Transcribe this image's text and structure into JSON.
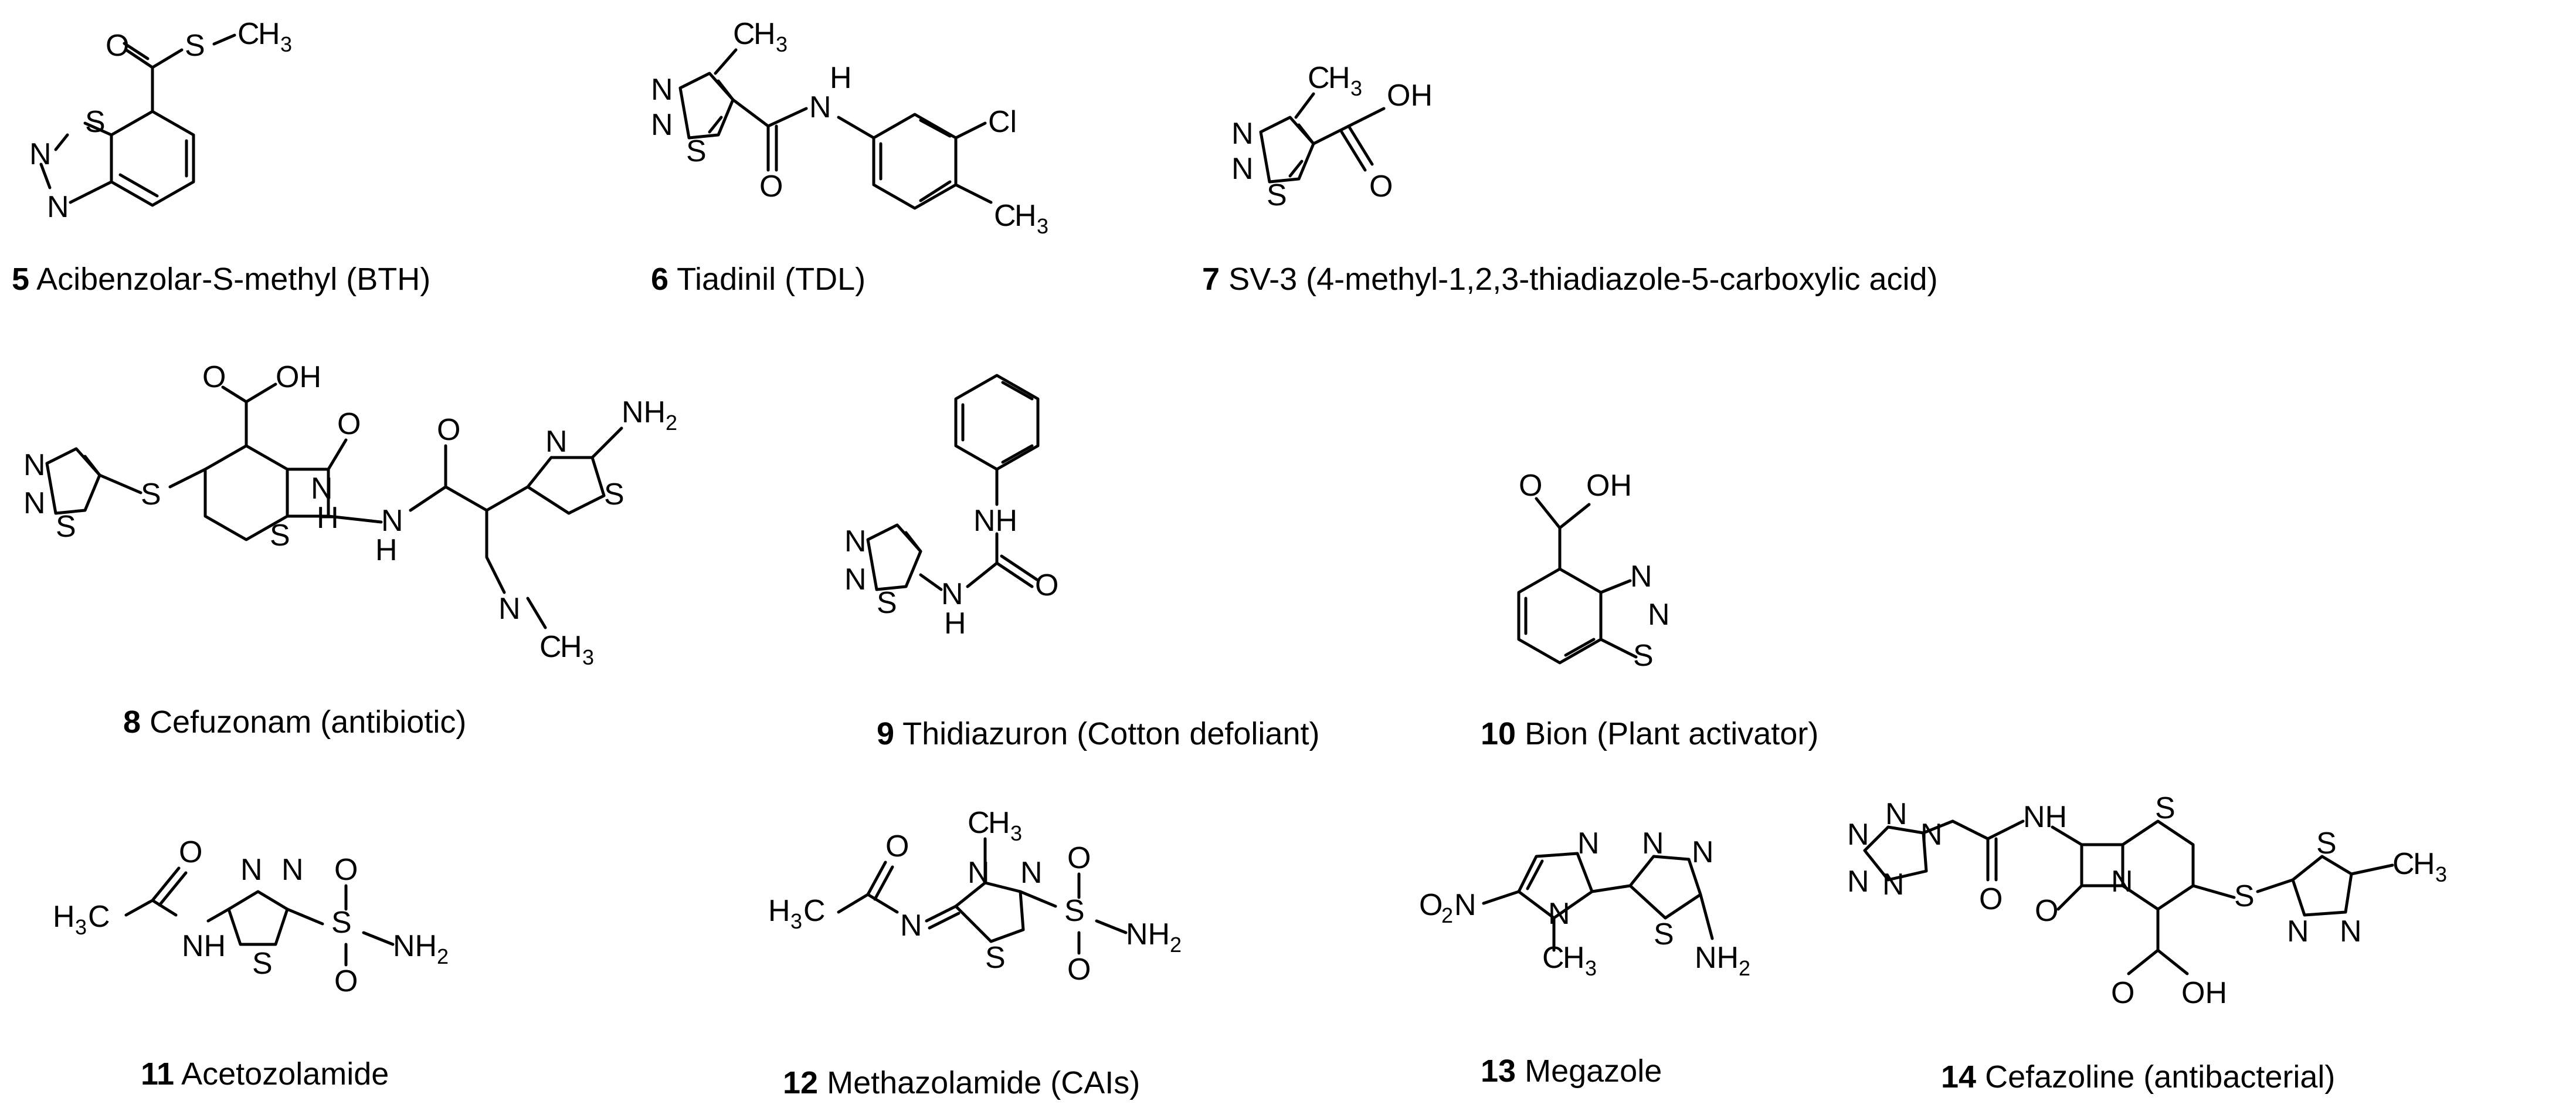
{
  "compounds": [
    {
      "number": "5",
      "name": "Acibenzolar-S-methyl (BTH)",
      "structure_label": "acibenzolar-s-methyl-structure"
    },
    {
      "number": "6",
      "name": "Tiadinil (TDL)",
      "structure_label": "tiadinil-structure"
    },
    {
      "number": "7",
      "name": "SV-3 (4-methyl-1,2,3-thiadiazole-5-carboxylic acid)",
      "structure_label": "sv3-structure"
    },
    {
      "number": "8",
      "name": "Cefuzonam (antibiotic)",
      "structure_label": "cefuzonam-structure"
    },
    {
      "number": "9",
      "name": "Thidiazuron (Cotton defoliant)",
      "structure_label": "thidiazuron-structure"
    },
    {
      "number": "10",
      "name": "Bion (Plant activator)",
      "structure_label": "bion-structure"
    },
    {
      "number": "11",
      "name": "Acetozolamide",
      "structure_label": "acetozolamide-structure"
    },
    {
      "number": "12",
      "name": "Methazolamide (CAIs)",
      "structure_label": "methazolamide-structure"
    },
    {
      "number": "13",
      "name": "Megazole",
      "structure_label": "megazole-structure"
    },
    {
      "number": "14",
      "name": "Cefazoline (antibacterial)",
      "structure_label": "cefazoline-structure"
    }
  ],
  "atoms": {
    "S": "S",
    "N": "N",
    "O": "O",
    "H": "H",
    "C": "C",
    "Cl": "Cl",
    "OH": "OH",
    "NH": "NH",
    "CH": "CH",
    "NH2": "NH",
    "two": "2",
    "three": "3",
    "H3C": "H",
    "O2N": "O"
  }
}
